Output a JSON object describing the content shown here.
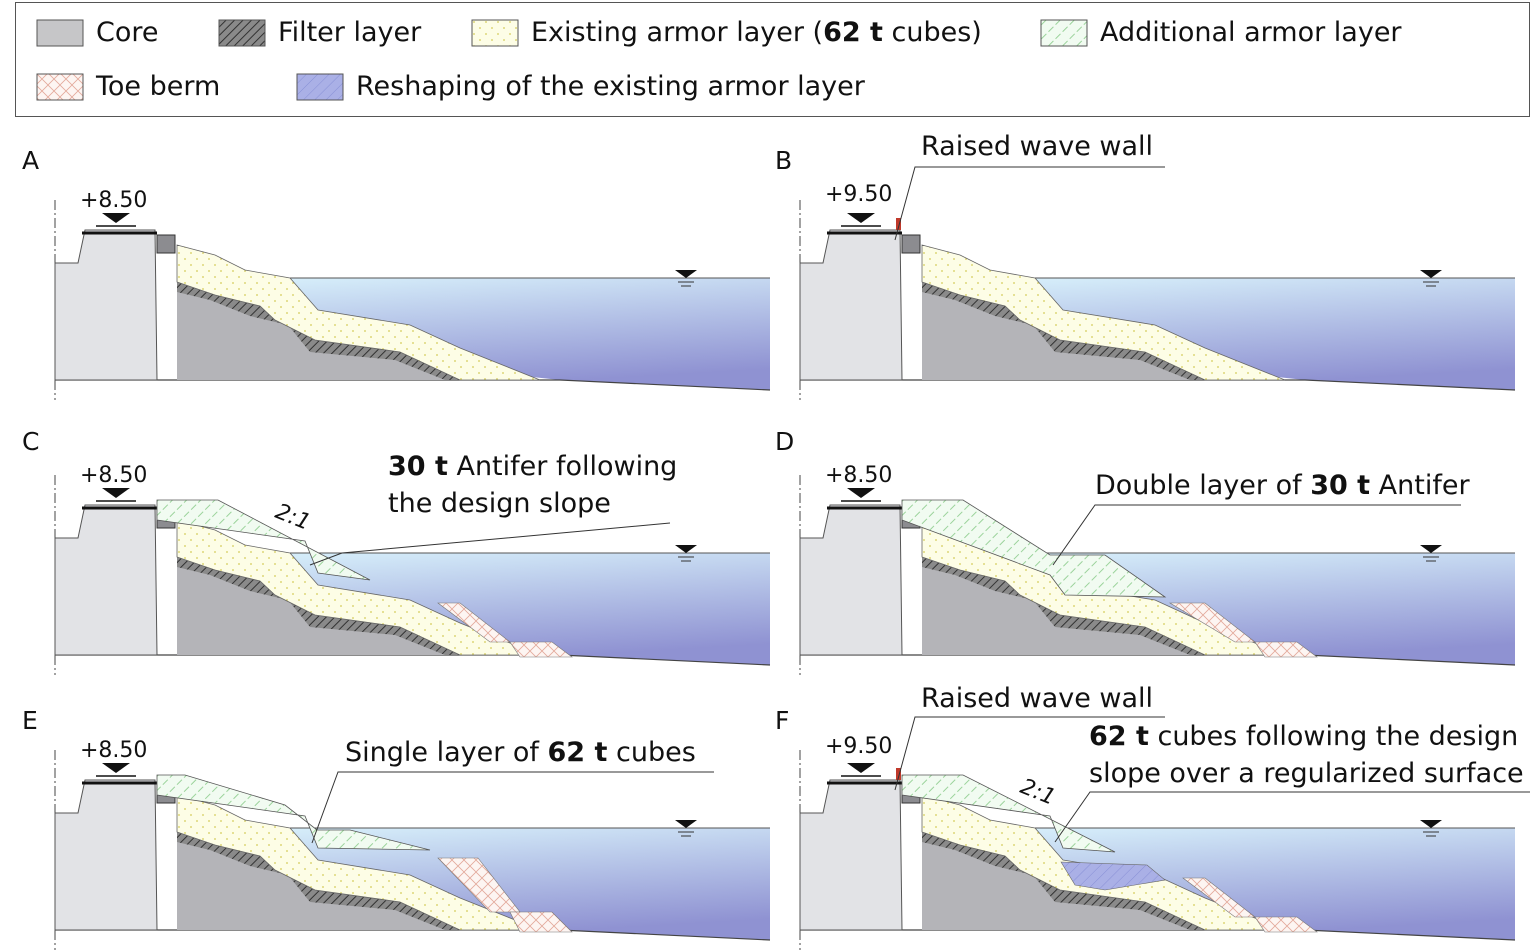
{
  "legend": {
    "items": [
      {
        "label": "Core",
        "pattern": "core"
      },
      {
        "label": "Filter layer",
        "pattern": "filter"
      },
      {
        "label_pre": "Existing armor layer (",
        "label_bold": "62 t",
        "label_post": " cubes)",
        "pattern": "armor"
      },
      {
        "label": "Additional armor layer",
        "pattern": "additional"
      },
      {
        "label": "Toe berm",
        "pattern": "toe"
      },
      {
        "label": "Reshaping of the existing armor layer",
        "pattern": "reshape"
      }
    ]
  },
  "panels": [
    {
      "id": "A",
      "letter": "A",
      "elevation": "+8.50",
      "raised_wall": false
    },
    {
      "id": "B",
      "letter": "B",
      "elevation": "+9.50",
      "raised_wall": true,
      "note_lines": [
        {
          "pre": "Raised wave wall",
          "bold": "",
          "post": ""
        }
      ]
    },
    {
      "id": "C",
      "letter": "C",
      "elevation": "+8.50",
      "raised_wall": false,
      "slope": "2:1",
      "note_lines": [
        {
          "pre": "",
          "bold": "30 t",
          "post": " Antifer following"
        },
        {
          "pre": "the design slope",
          "bold": "",
          "post": ""
        }
      ]
    },
    {
      "id": "D",
      "letter": "D",
      "elevation": "+8.50",
      "raised_wall": false,
      "note_lines": [
        {
          "pre": "Double layer of ",
          "bold": "30 t",
          "post": " Antifer"
        }
      ]
    },
    {
      "id": "E",
      "letter": "E",
      "elevation": "+8.50",
      "raised_wall": false,
      "note_lines": [
        {
          "pre": "Single layer of ",
          "bold": "62 t",
          "post": " cubes"
        }
      ]
    },
    {
      "id": "F",
      "letter": "F",
      "elevation": "+9.50",
      "raised_wall": true,
      "slope": "2:1",
      "top_note": "Raised wave wall",
      "note_lines": [
        {
          "pre": "",
          "bold": "62 t",
          "post": " cubes following the design"
        },
        {
          "pre": "slope over a regularized surface",
          "bold": "",
          "post": ""
        }
      ]
    }
  ]
}
